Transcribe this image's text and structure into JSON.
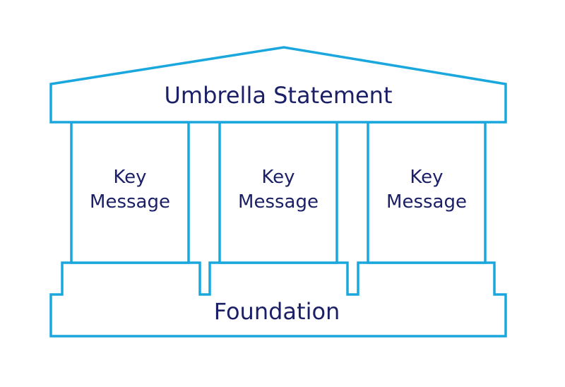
{
  "diagram": {
    "roof_label": "Umbrella Statement",
    "pillars": [
      {
        "line1": "Key",
        "line2": "Message"
      },
      {
        "line1": "Key",
        "line2": "Message"
      },
      {
        "line1": "Key",
        "line2": "Message"
      }
    ],
    "foundation_label": "Foundation",
    "colors": {
      "outline": "#1aa7dd",
      "text": "#1b1f66",
      "background": "#ffffff"
    }
  }
}
